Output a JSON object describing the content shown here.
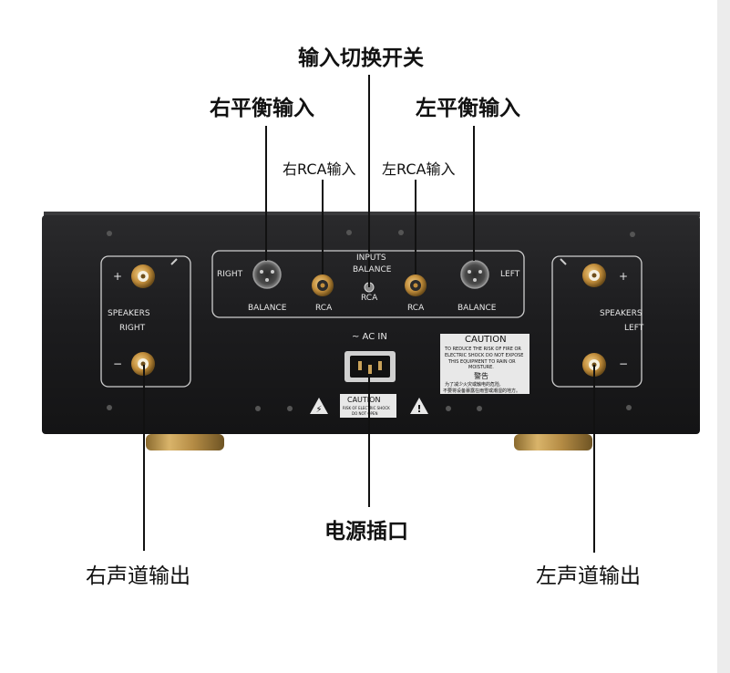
{
  "callouts": {
    "input_switch": "输入切换开关",
    "right_balance_in": "右平衡输入",
    "left_balance_in": "左平衡输入",
    "right_rca_in": "右RCA输入",
    "left_rca_in": "左RCA输入",
    "power_socket": "电源插口",
    "right_channel_out": "右声道输出",
    "left_channel_out": "左声道输出"
  },
  "panel": {
    "inputs": "INPUTS",
    "balance": "BALANCE",
    "rca": "RCA",
    "right": "RIGHT",
    "left": "LEFT",
    "balance_label": "BALANCE",
    "rca_label": "RCA",
    "speakers": "SPEAKERS",
    "plus": "+",
    "minus": "−",
    "ac_in": "~ AC IN",
    "caution": "CAUTION",
    "caution_text_1": "TO REDUCE THE RISK OF FIRE OR",
    "caution_text_2": "ELECTRIC SHOCK DO NOT EXPOSE",
    "caution_text_3": "THIS EQUIPMENT TO RAIN OR",
    "caution_text_4": "MOISTURE.",
    "warning_cn": "警告",
    "warning_cn_1": "为了减少火灾或触电的危险,",
    "warning_cn_2": "不要将设备暴露在雨雪或潮湿的地方。",
    "caution_small": "CAUTION",
    "caution_small_1": "RISK OF ELECTRIC SHOCK",
    "caution_small_2": "DO NOT OPEN"
  },
  "colors": {
    "chassis": "#1c1c1e",
    "gold_feet": "#c9a25a",
    "panel_line": "#cfcfcf"
  }
}
